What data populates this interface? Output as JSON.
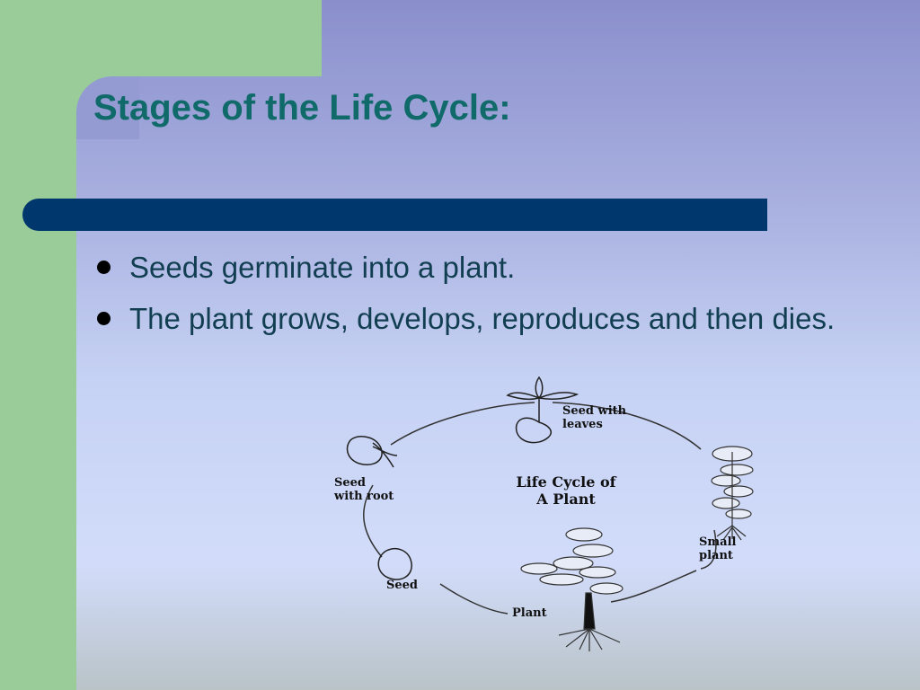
{
  "slide": {
    "title": "Stages of the Life Cycle:",
    "bullets": [
      "Seeds germinate into a plant.",
      "The plant grows, develops, reproduces and then dies."
    ]
  },
  "diagram": {
    "center_line1": "Life Cycle of",
    "center_line2": "A Plant",
    "stages": {
      "seed_with_leaves_1": "Seed with",
      "seed_with_leaves_2": "leaves",
      "small_plant_1": "Small",
      "small_plant_2": "plant",
      "plant": "Plant",
      "seed": "Seed",
      "seed_with_root_1": "Seed",
      "seed_with_root_2": "with root"
    }
  },
  "colors": {
    "title": "#116a6a",
    "bar": "#00386d",
    "green_accent": "#99cc99",
    "body_text": "#123e52"
  }
}
